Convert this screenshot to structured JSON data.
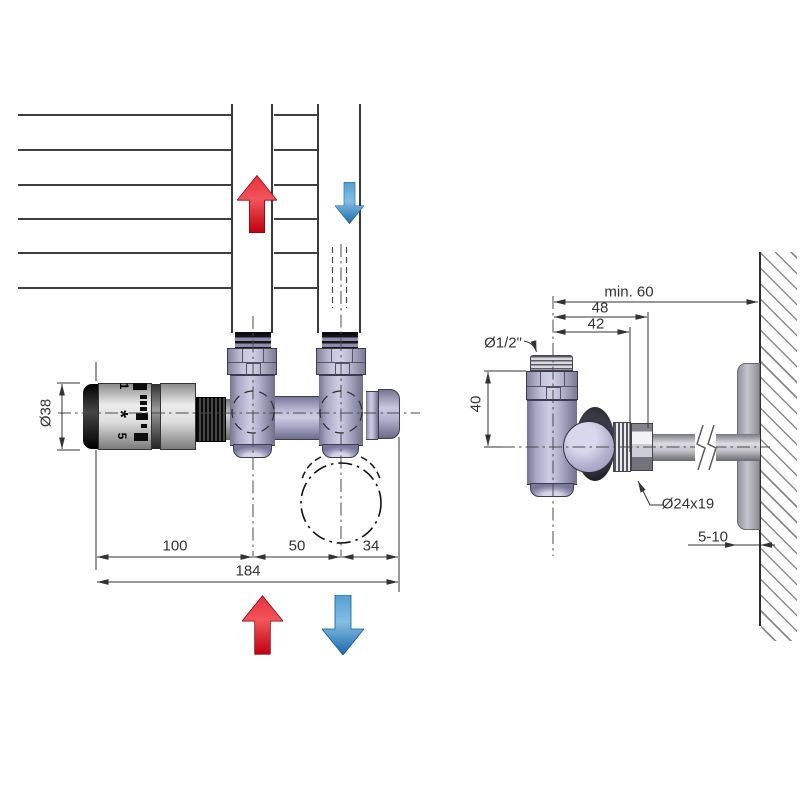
{
  "left_view": {
    "bottom_dims": {
      "d1": "100",
      "d2": "50",
      "d3": "34",
      "total": "184"
    },
    "head_diameter": "Ø38",
    "head_scale": {
      "top": "1",
      "middle": "*",
      "bottom": "5"
    }
  },
  "right_view": {
    "wall_distance": "min. 60",
    "d48": "48",
    "d42": "42",
    "d40": "40",
    "thread_size": "Ø1/2\"",
    "nut_size": "Ø24x19",
    "rosette_gap": "5-10"
  },
  "flow_arrows": {
    "up_color": "#d81021",
    "down_color": "#2f7fb9"
  },
  "style": {
    "valve_color": "#b9b9d8",
    "line_color": "#333333"
  }
}
